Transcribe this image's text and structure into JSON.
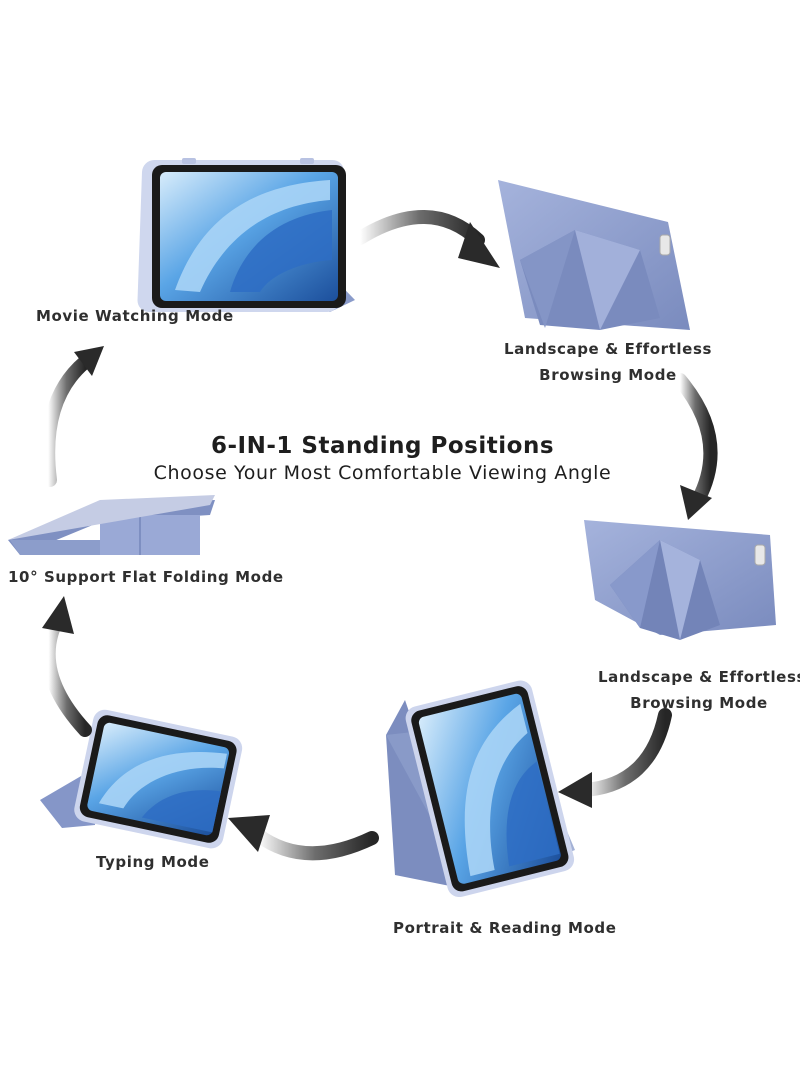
{
  "headline": {
    "title": "6-IN-1 Standing Positions",
    "subtitle": "Choose Your Most Comfortable Viewing Angle"
  },
  "modes": {
    "movie": "Movie Watching Mode",
    "landscape_1_line1": "Landscape & Effortless",
    "landscape_1_line2": "Browsing Mode",
    "landscape_2_line1": "Landscape & Effortless",
    "landscape_2_line2": "Browsing  Mode",
    "portrait": "Portrait & Reading Mode",
    "typing": "Typing Mode",
    "flat": "10°  Support Flat Folding Mode"
  },
  "colors": {
    "case": "#8c9dcb",
    "case_dark": "#6f80b3",
    "screen_light": "#b9dcf7",
    "screen_mid": "#4d97df",
    "screen_deep": "#1d4f9e",
    "arrow": "#2f2f2f"
  }
}
